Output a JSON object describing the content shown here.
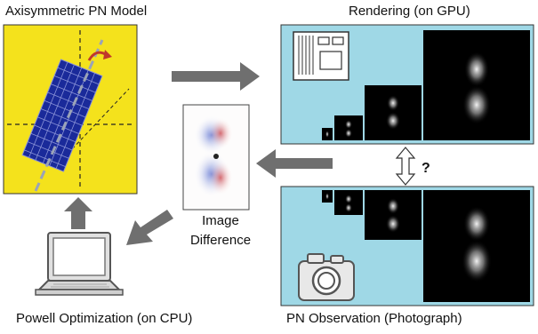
{
  "labels": {
    "model": "Axisymmetric PN Model",
    "rendering": "Rendering (on GPU)",
    "powell": "Powell Optimization (on CPU)",
    "observation": "PN Observation (Photograph)",
    "difference_line1": "Image",
    "difference_line2": "Difference",
    "compare": "?"
  },
  "colors": {
    "model_bg": "#f4e21c",
    "panel_bg": "#9fd8e6",
    "mesh": "#1a2a9a",
    "arrow_gray": "#6f6f6f",
    "rotate_arrow": "#c0392b"
  },
  "icons": [
    "rotate-arrow-icon",
    "gpu-chip-icon",
    "camera-icon",
    "laptop-icon",
    "double-arrow-icon"
  ]
}
